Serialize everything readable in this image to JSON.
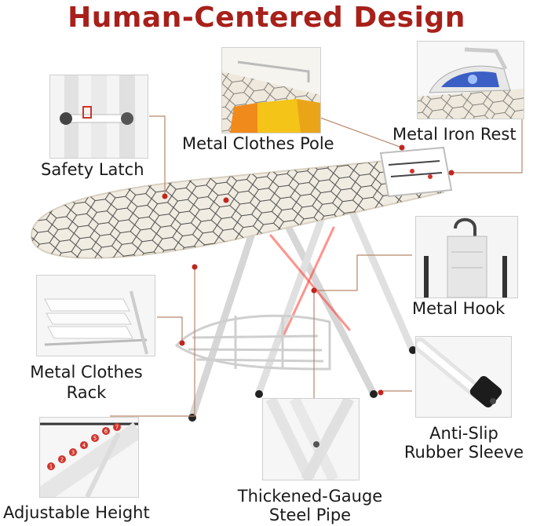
{
  "title": "Human-Centered Design",
  "features": {
    "safety_latch": "Safety Latch",
    "metal_clothes_pole": "Metal Clothes Pole",
    "metal_iron_rest": "Metal Iron Rest",
    "metal_hook": "Metal Hook",
    "metal_clothes_rack_line1": "Metal Clothes",
    "metal_clothes_rack_line2": "Rack",
    "anti_slip_line1": "Anti-Slip",
    "anti_slip_line2": "Rubber Sleeve",
    "adjustable_height": "Adjustable Height",
    "steel_pipe_line1": "Thickened-Gauge",
    "steel_pipe_line2": "Steel Pipe"
  },
  "height_markers": [
    "1",
    "2",
    "3",
    "4",
    "5",
    "6",
    "7"
  ],
  "colors": {
    "title": "#a8201a",
    "accent_red": "#d0342c",
    "callout_line": "#b8866a",
    "board_cover": "#f1ece2",
    "hex_pattern": "#3a3a3a",
    "frame": "#e9e9e9"
  }
}
